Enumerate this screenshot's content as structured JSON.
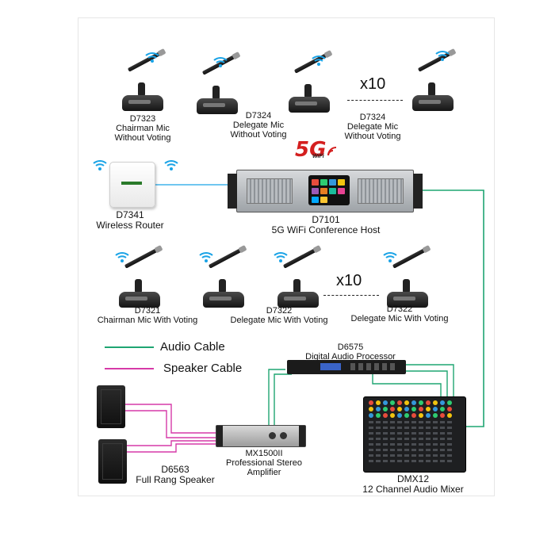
{
  "mics_top": [
    {
      "model": "D7323",
      "desc": [
        "Chairman Mic",
        "Without Voting"
      ]
    },
    {
      "model": "D7324",
      "desc": [
        "Delegate Mic",
        "Without Voting"
      ]
    },
    {
      "model": "",
      "desc": []
    },
    {
      "model": "D7324",
      "desc": [
        "Delegate Mic",
        "Without Voting"
      ]
    }
  ],
  "mics_top_multiplier": "x10",
  "badge_5g": {
    "big": "5G",
    "small": "WiFi"
  },
  "router": {
    "model": "D7341",
    "desc": "Wireless Router"
  },
  "host": {
    "model": "D7101",
    "desc": "5G WiFi Conference Host"
  },
  "mics_bottom": [
    {
      "model": "D7321",
      "desc": "Chairman Mic With Voting"
    },
    {
      "model": "D7322",
      "desc": "Delegate Mic With Voting"
    },
    {
      "model": "",
      "desc": ""
    },
    {
      "model": "D7322",
      "desc": "Delegate Mic With Voting"
    }
  ],
  "mics_bottom_multiplier": "x10",
  "legend": [
    {
      "label": "Audio Cable",
      "color": "#1fa572"
    },
    {
      "label": "Speaker Cable",
      "color": "#d63aa8"
    }
  ],
  "processor": {
    "model": "D6575",
    "desc": "Digital Audio Processor"
  },
  "amplifier": {
    "model": "MX1500II",
    "desc": [
      "Professional Stereo",
      "Amplifier"
    ]
  },
  "speakers": {
    "model": "D6563",
    "desc": "Full Rang Speaker"
  },
  "mixer": {
    "model": "DMX12",
    "desc": "12 Channel Audio Mixer"
  },
  "colors": {
    "wifi": "#1aa3e6",
    "wifi_link": "#1aa3e6",
    "audio": "#1fa572",
    "speaker": "#d63aa8"
  }
}
